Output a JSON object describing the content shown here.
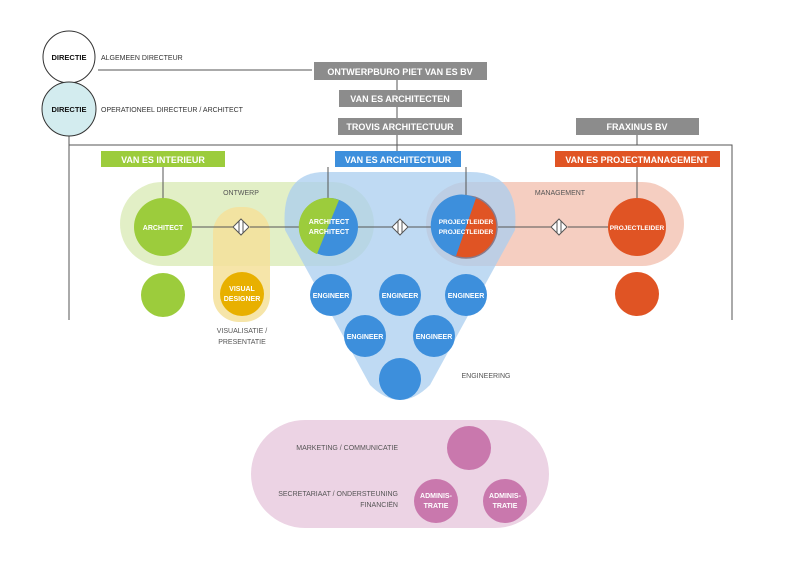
{
  "directie": [
    {
      "badge": "DIRECTIE",
      "role": "ALGEMEEN DIRECTEUR"
    },
    {
      "badge": "DIRECTIE",
      "role": "OPERATIONEEL DIRECTEUR / ARCHITECT"
    }
  ],
  "companies": {
    "piet": "ONTWERPBURO PIET VAN ES BV",
    "architecten": "VAN ES ARCHITECTEN",
    "trovis": "TROVIS ARCHITECTUUR",
    "fraxinus": "FRAXINUS BV"
  },
  "departments": {
    "interieur": "VAN ES INTERIEUR",
    "architectuur": "VAN ES ARCHITECTUUR",
    "projectmanagement": "VAN ES PROJECTMANAGEMENT"
  },
  "groups": {
    "ontwerp": "ONTWERP",
    "management": "MANAGEMENT",
    "engineering": "ENGINEERING",
    "visualisatie": [
      "VISUALISATIE /",
      "PRESENTATIE"
    ],
    "marketing": "MARKETING / COMMUNICATIE",
    "secretariaat": [
      "SECRETARIAAT / ONDERSTEUNING",
      "FINANCIËN"
    ]
  },
  "roles": {
    "architect": "ARCHITECT",
    "architect_architect": [
      "ARCHITECT",
      "ARCHITECT"
    ],
    "projectleider_pair": [
      "PROJECTLEIDER",
      "PROJECTLEIDER"
    ],
    "projectleider": "PROJECTLEIDER",
    "visual_designer": [
      "VISUAL",
      "DESIGNER"
    ],
    "engineer": "ENGINEER",
    "administratie": [
      "ADMINIS-",
      "TRATIE"
    ]
  },
  "colors": {
    "green": "#9ccc3c",
    "blue": "#3d8fdc",
    "orange": "#e05424",
    "yellow": "#e8b000",
    "pink": "#c978ad",
    "grey": "#8c8c8c",
    "directie_fill": "#d3ecef"
  }
}
